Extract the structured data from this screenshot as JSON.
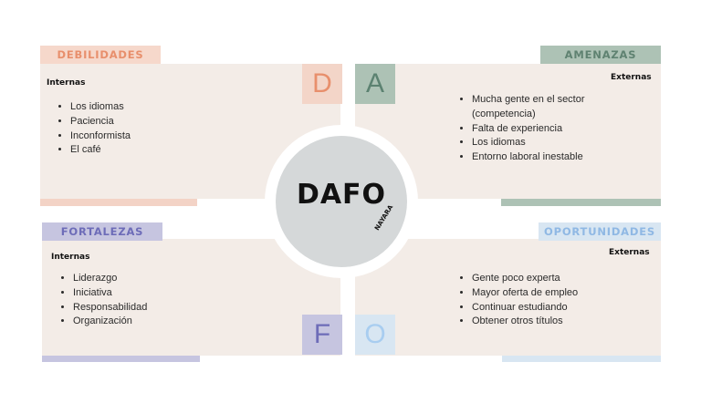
{
  "center": {
    "title": "DAFO",
    "brand": "NAYARA"
  },
  "debilidades": {
    "header": "DEBILIDADES",
    "letter": "D",
    "sub": "Internas",
    "items": [
      "Los idiomas",
      "Paciencia",
      "Inconformista",
      "El café"
    ]
  },
  "amenazas": {
    "header": "AMENAZAS",
    "letter": "A",
    "sub": "Externas",
    "items": [
      "Mucha gente en el sector (competencia)",
      "Falta de experiencia",
      "Los idiomas",
      " Entorno laboral inestable"
    ]
  },
  "fortalezas": {
    "header": "FORTALEZAS",
    "letter": "F",
    "sub": "Internas",
    "items": [
      "Liderazgo",
      "Iniciativa",
      "Responsabilidad",
      "Organización"
    ]
  },
  "oportunidades": {
    "header": "OPORTUNIDADES",
    "letter": "O",
    "sub": "Externas",
    "items": [
      " Gente poco experta",
      "Mayor oferta de empleo",
      "Continuar estudiando",
      "Obtener otros títulos"
    ]
  },
  "colors": {
    "debilidades": "#e8bfae",
    "debilidades_text": "#e88f6c",
    "amenazas": "#adc2b5",
    "amenazas_text": "#6e8d7c",
    "fortalezas": "#c6c5e0",
    "fortalezas_text": "#6d6cb8",
    "oportunidades": "#d3e0ec",
    "oportunidades_text": "#8fb8e4",
    "panel": "#f3ece7",
    "center": "#d5d8d9"
  }
}
